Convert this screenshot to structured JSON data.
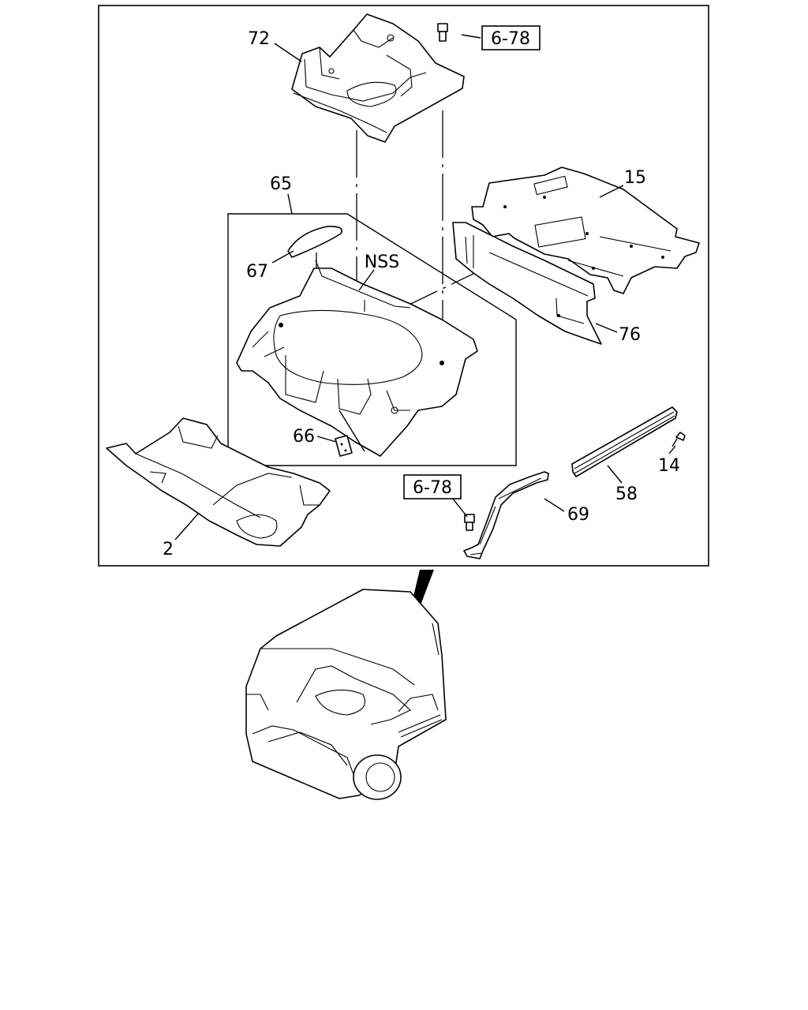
{
  "labels": {
    "p72": "72",
    "p15": "15",
    "p65": "65",
    "p67": "67",
    "nss": "NSS",
    "p76": "76",
    "p66": "66",
    "p14": "14",
    "p58": "58",
    "p69": "69",
    "p2": "2"
  },
  "refs": {
    "ref_top": "6-78",
    "ref_bottom": "6-78"
  }
}
